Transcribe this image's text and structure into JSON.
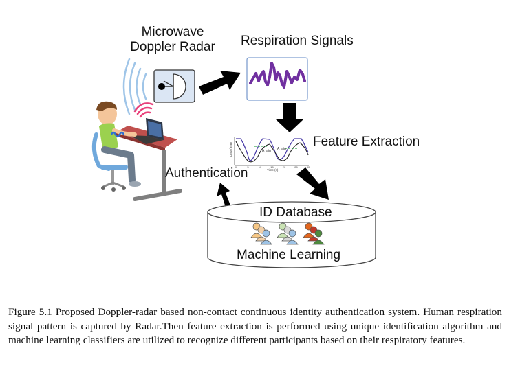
{
  "labels": {
    "radar_line1": "Microwave",
    "radar_line2": "Doppler Radar",
    "respiration": "Respiration Signals",
    "feature": "Feature Extraction",
    "authentication": "Authentication",
    "database": "ID Database",
    "ml": "Machine Learning"
  },
  "plot": {
    "xlabel": "Time (s)",
    "ylabel": "Disp.(mm)",
    "area_labels": [
      "A_ain",
      "A_ain"
    ],
    "x_ticks": [
      "0",
      "5",
      "10",
      "15",
      "20",
      "25",
      "30"
    ]
  },
  "caption": "Figure 5.1 Proposed Doppler-radar based non-contact continuous identity authentication system. Human respiration signal pattern is captured by Radar.Then feature extraction is performed using unique identification algorithm and machine learning classifiers are utilized to recognize different participants based on their respiratory features.",
  "colors": {
    "signal": "#7030a0",
    "radar_box": "#dbe6f4",
    "arrow": "#000000",
    "waves": "#9fc5e8",
    "wifi": "#e8407a",
    "desk": "#c0504d"
  }
}
